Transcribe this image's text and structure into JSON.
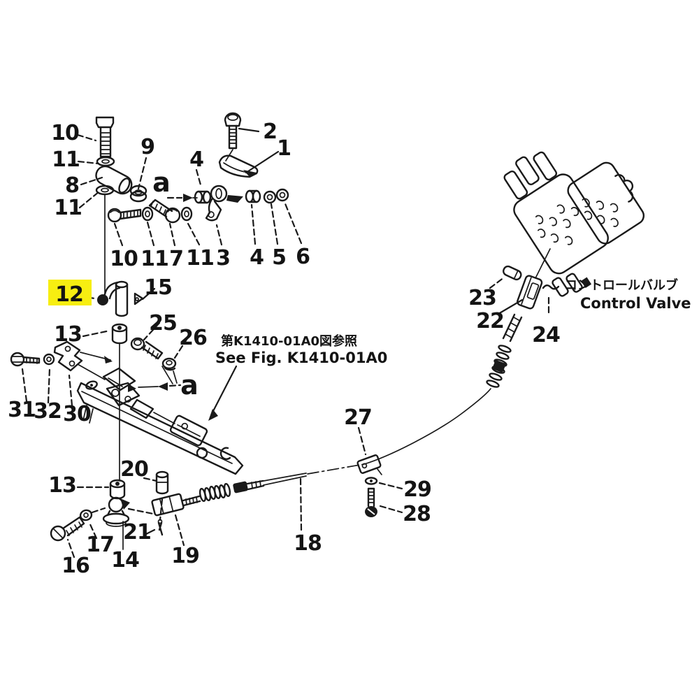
{
  "figure": {
    "type": "exploded-parts-diagram",
    "highlighted_part": "12",
    "colors": {
      "background": "#ffffff",
      "line": "#1a1a1a",
      "highlight": "#f7ee11"
    }
  },
  "texts": {
    "ref_jp": "第K1410-01A0図参照",
    "ref_en": "See Fig. K1410-01A0",
    "valve_jp": "コントロールバルブ",
    "valve_en": "Control Valve"
  },
  "view_labels": {
    "a_top": "a",
    "a_mid": "a"
  },
  "part_labels": {
    "n10_top": "10",
    "n11_top": "11",
    "n8": "8",
    "n11_mid": "11",
    "n9": "9",
    "n4_top": "4",
    "n2": "2",
    "n1": "1",
    "n10_row": "10",
    "n11_row1": "11",
    "n7": "7",
    "n11_row2": "11",
    "n3": "3",
    "n4_row": "4",
    "n5": "5",
    "n6": "6",
    "n12": "12",
    "n15": "15",
    "n13_top": "13",
    "n25": "25",
    "n26": "26",
    "n31": "31",
    "n32": "32",
    "n30": "30",
    "n13_bot": "13",
    "n20": "20",
    "n16": "16",
    "n17": "17",
    "n14": "14",
    "n21": "21",
    "n19": "19",
    "n18": "18",
    "n27": "27",
    "n29": "29",
    "n28": "28",
    "n23": "23",
    "n22": "22",
    "n24": "24"
  }
}
